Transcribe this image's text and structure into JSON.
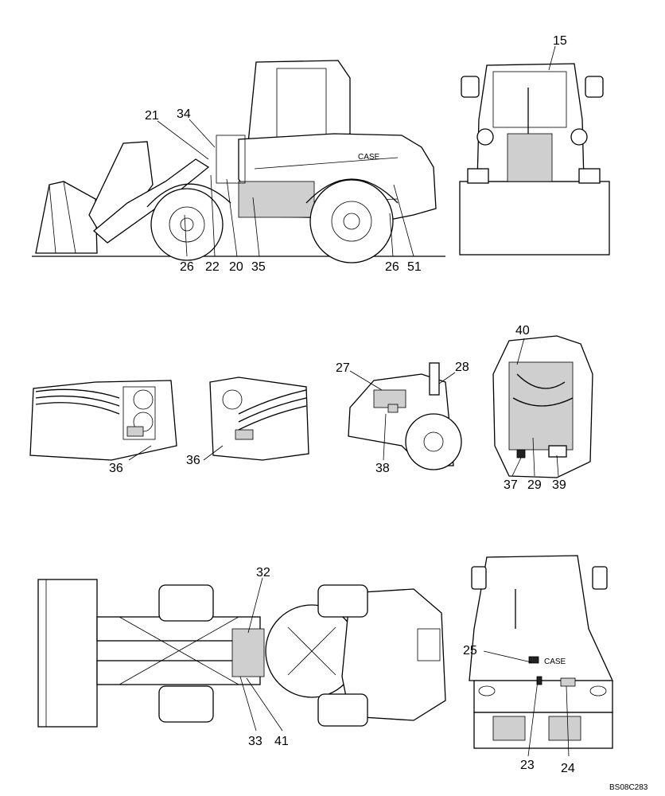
{
  "callouts": {
    "c15": "15",
    "c21": "21",
    "c34": "34",
    "c26a": "26",
    "c22": "22",
    "c20": "20",
    "c35": "35",
    "c26b": "26",
    "c51": "51",
    "c40": "40",
    "c27": "27",
    "c28": "28",
    "c36a": "36",
    "c36b": "36",
    "c38": "38",
    "c37": "37",
    "c29": "29",
    "c39": "39",
    "c32": "32",
    "c25": "25",
    "c33": "33",
    "c41": "41",
    "c23": "23",
    "c24": "24"
  },
  "drawing_code": "BS08C283"
}
